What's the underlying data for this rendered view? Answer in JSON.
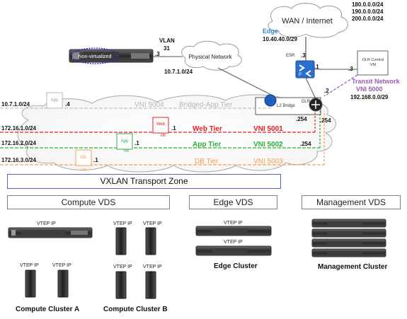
{
  "wan": {
    "label": "WAN / Internet",
    "nets": [
      "180.0.0.0/24",
      "190.0.0.0/24",
      "200.0.0.0/24"
    ]
  },
  "edge": {
    "label": "Edge",
    "subnet": "10.40.40.0/29",
    "esr": "ESR",
    "octet_top": ".3",
    "octet_right": ".1"
  },
  "physical": {
    "label": "Physical Network",
    "subnet": "10.7.1.0/24",
    "vlan_label": "VLAN",
    "vlan_id": "31",
    "server_octet": ".3",
    "server_label": "Non-virtualized"
  },
  "dlr_control": {
    "label_line1": "DLR Control",
    "label_line2": "VM",
    "octet": ".3"
  },
  "transit": {
    "title": "Transit Network",
    "vni": "VNI 5000",
    "subnet": "192.168.0.0/29",
    "octet": ".2"
  },
  "dlr": {
    "label": "DLR",
    "bridge": "L2 Bridge"
  },
  "bridged": {
    "subnet": "10.7.1.0/24",
    "octet": ".4",
    "vni": "VNI 5004",
    "tier": "Bridged-App Tier",
    "vm": "App"
  },
  "tiers": [
    {
      "subnet": "172.16.1.0/24",
      "octet": ".1",
      "name": "Web Tier",
      "vni": "VNI 5001",
      "gw": ".254",
      "vm": "Web",
      "vm_sub": "VM",
      "color": "#e02020"
    },
    {
      "subnet": "172.16.2.0/24",
      "octet": ".1",
      "name": "App Tier",
      "vni": "VNI 5002",
      "gw": ".254",
      "vm": "App",
      "vm_sub": "VM",
      "color": "#2fae3a"
    },
    {
      "subnet": "172.16.3.0/24",
      "octet": ".1",
      "name": "DB Tier",
      "vni": "VNI 5003",
      "gw": "",
      "vm": "DB",
      "vm_sub": "VM",
      "color": "#f2a05a"
    }
  ],
  "transport_zone": "VXLAN Transport Zone",
  "vds": {
    "compute": "Compute VDS",
    "edge": "Edge VDS",
    "management": "Management VDS"
  },
  "vtep": "VTEP IP",
  "clusters": {
    "a": "Compute Cluster A",
    "b": "Compute Cluster B",
    "edge": "Edge Cluster",
    "mgmt": "Management Cluster"
  },
  "colors": {
    "bridged": "#b5b5b5",
    "transit": "#9b59b6",
    "edge_text": "#2e86c1",
    "transport_zone": "#4f5fd0"
  }
}
